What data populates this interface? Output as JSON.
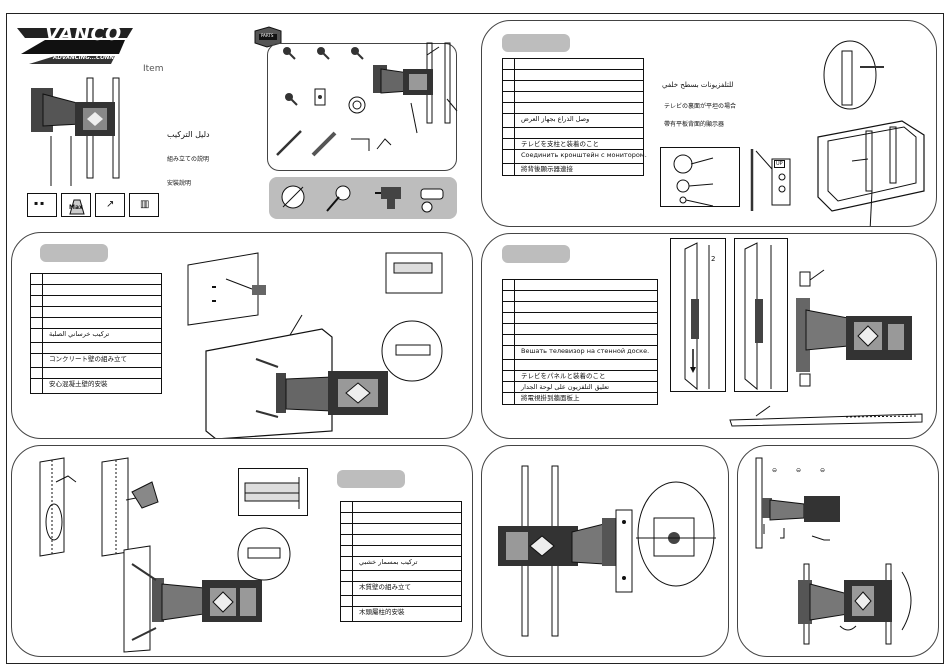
{
  "brand": {
    "name": "VANCO",
    "tagline": "ADVANCING...CONNECTIVITY",
    "item_prefix": "Item"
  },
  "cover": {
    "lines": [
      "دليل التركيب",
      "組み立ての説明",
      "安裝說明"
    ]
  },
  "badges": [
    "▪ ▪",
    "Max",
    "↗",
    "▥"
  ],
  "parts_icon_label": "PARTS",
  "monitor_section": {
    "rows": [
      "",
      "",
      "",
      "",
      "",
      "وصل الذراع بجهاز العرض",
      "",
      "テレビを支柱と装着のこと",
      "Соединить кронштейн с монитором.",
      "將背後顯示器連接"
    ],
    "side_notes": [
      "للتلفزيونات بسطح خلفي",
      "テレビの裏面が平坦の場合",
      "帶有平板背面的顯示器"
    ],
    "badge": "UP"
  },
  "concrete_section": {
    "rows": [
      "",
      "",
      "",
      "",
      "",
      "تركيب خرساني الصلبة",
      "",
      "コンクリート壁の組み立て",
      "",
      "安心混凝土壁的安裝"
    ]
  },
  "hang_section": {
    "rows": [
      "",
      "",
      "",
      "",
      "",
      "",
      "Вешать телевизор на стенной доске.",
      "",
      "テレビをパネルと装着のこと",
      "تعليق التلفزيون على لوحة الجدار",
      "將電視掛到牆面板上"
    ],
    "arrow_number": "2"
  },
  "wood_section": {
    "rows": [
      "",
      "",
      "",
      "",
      "",
      "تركيب بمسمار خشبي",
      "",
      "木質壁の組み立て",
      "",
      "木頭屬柱的安裝"
    ]
  },
  "colors": {
    "panel_tab": "#bdbdbd",
    "ink": "#111111",
    "tool_box": "#bdbdbd"
  },
  "icons": [
    "level-icon",
    "screwdriver-icon",
    "drill-icon",
    "socket-wrench-icon",
    "bolt-icon",
    "washer-icon",
    "anchor-icon",
    "allen-key-icon"
  ]
}
